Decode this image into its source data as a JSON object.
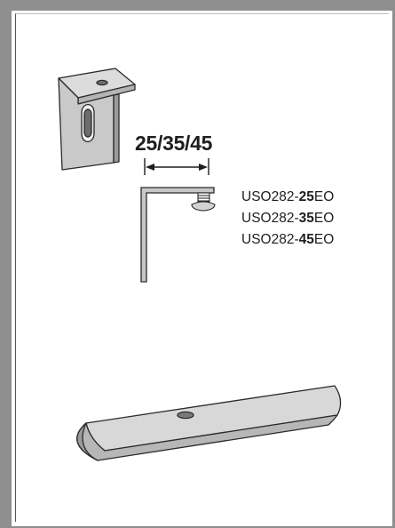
{
  "dimension_label": "25/35/45",
  "codes": [
    {
      "prefix": "USO282-",
      "size": "25",
      "suffix": "EO"
    },
    {
      "prefix": "USO282-",
      "size": "35",
      "suffix": "EO"
    },
    {
      "prefix": "USO282-",
      "size": "45",
      "suffix": "EO"
    }
  ],
  "colors": {
    "frame": "#8f8f8f",
    "metal_light": "#dcdcdc",
    "metal_mid": "#c2c2c2",
    "metal_dark": "#9a9a9a",
    "outline": "#2a2a2a"
  }
}
